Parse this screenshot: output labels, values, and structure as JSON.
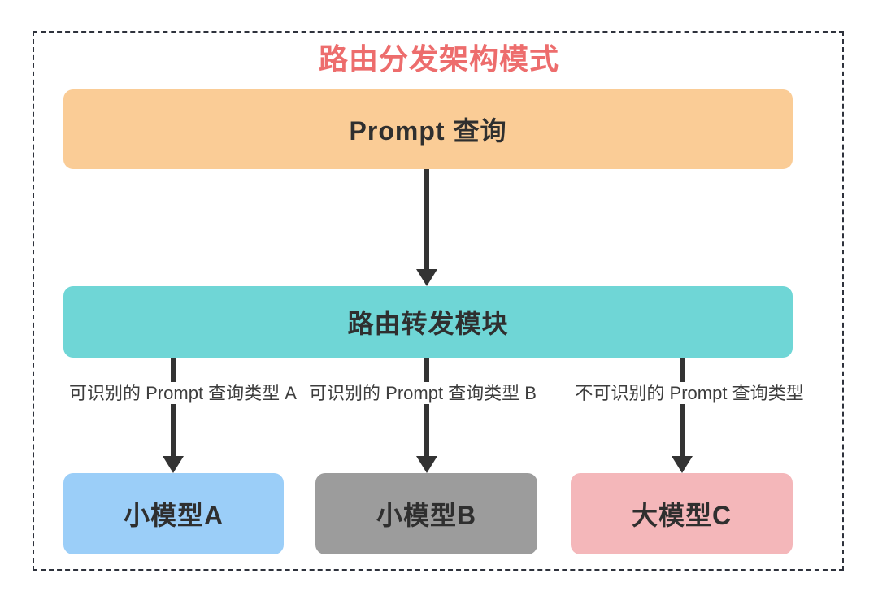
{
  "diagram": {
    "title": "路由分发架构模式",
    "title_color": "#ed6d6d",
    "arrow_color": "#333333",
    "border_color": "#2e323c",
    "background_color": "#ffffff",
    "node_text_color": "#2f2f2f"
  },
  "nodes": [
    {
      "id": "prompt-query",
      "label": "Prompt 查询",
      "color": "#facc96"
    },
    {
      "id": "router",
      "label": "路由转发模块",
      "color": "#6fd6d6"
    },
    {
      "id": "model-a",
      "label": "小模型A",
      "color": "#9bcef8"
    },
    {
      "id": "model-b",
      "label": "小模型B",
      "color": "#9c9c9c"
    },
    {
      "id": "model-c",
      "label": "大模型C",
      "color": "#f4b7ba"
    }
  ],
  "edges": [
    {
      "from": "prompt-query",
      "to": "router",
      "label": ""
    },
    {
      "from": "router",
      "to": "model-a",
      "label": "可识别的 Prompt 查询类型 A"
    },
    {
      "from": "router",
      "to": "model-b",
      "label": "可识别的 Prompt 查询类型 B"
    },
    {
      "from": "router",
      "to": "model-c",
      "label": "不可识别的 Prompt 查询类型"
    }
  ]
}
